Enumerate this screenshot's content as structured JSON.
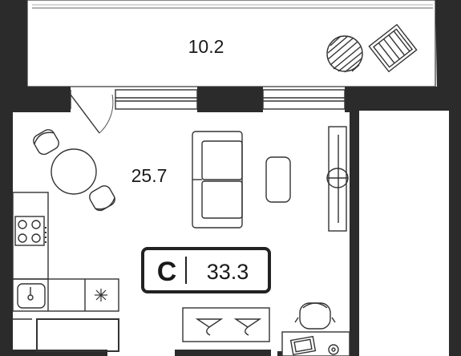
{
  "rooms": {
    "balcony_area": "10.2",
    "main_area": "25.7"
  },
  "badge": {
    "type_letter": "С",
    "total_area": "33.3"
  },
  "colors": {
    "wall": "#2b2b2b",
    "line": "#333333",
    "background": "#ffffff"
  },
  "icons": [
    "door-swing-icon",
    "round-table-icon",
    "chair-icon",
    "sofa-icon",
    "ottoman-icon",
    "tv-stand-icon",
    "stove-icon",
    "sink-icon",
    "fridge-icon",
    "lamp-icon",
    "desk-icon",
    "office-chair-icon",
    "laptop-icon",
    "balcony-round-table-icon",
    "lounger-icon"
  ]
}
